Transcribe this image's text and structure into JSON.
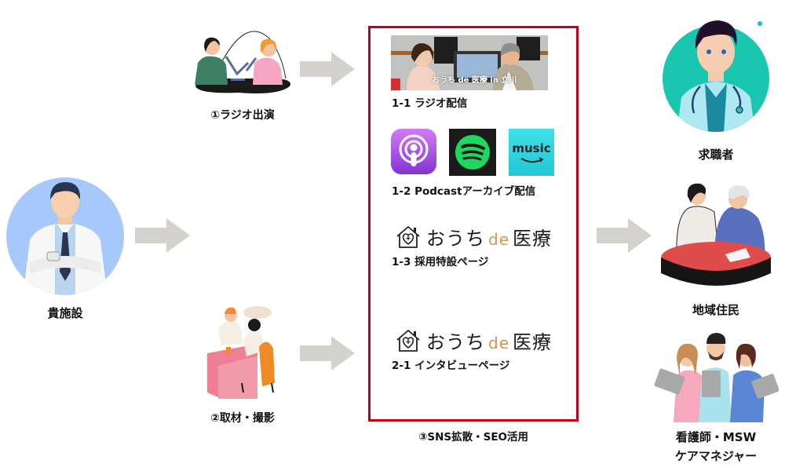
{
  "source": {
    "label": "貴施設",
    "illustration": "doctor-arms-crossed",
    "circle_color": "#a7c8fa"
  },
  "steps": [
    {
      "label": "①ラジオ出演",
      "illustration": "radio-podcast-hosts"
    },
    {
      "label": "②取材・撮影",
      "illustration": "interview-at-desk"
    }
  ],
  "channels_box": {
    "border_color": "#c4001a",
    "caption": "③SNS拡散・SEO活用",
    "items": [
      {
        "id": "1-1",
        "label": "1-1 ラジオ配信",
        "visual": "radio-studio-photo",
        "photo_overlay_text": "おうち de 医療 in 立川"
      },
      {
        "id": "1-2",
        "label": "1-2 Podcastアーカイブ配信",
        "visual": "podcast-platform-icons",
        "platforms": [
          {
            "name": "Apple Podcasts",
            "icon": "apple-podcasts-icon",
            "color": "#9b4be0"
          },
          {
            "name": "Spotify",
            "icon": "spotify-icon",
            "color": "#1ed760"
          },
          {
            "name": "Amazon Music",
            "icon": "amazon-music-icon",
            "text": "music",
            "color": "#25d1da"
          }
        ]
      },
      {
        "id": "1-3",
        "label": "1-3 採用特設ページ",
        "visual": "brand-logo"
      },
      {
        "id": "2-1",
        "label": "2-1 インタビューページ",
        "visual": "brand-logo"
      }
    ],
    "brand": {
      "prefix": "おうち",
      "de": "de",
      "suffix": "医療",
      "de_color": "#d8954e",
      "icon": "house-heart-icon"
    }
  },
  "audiences": [
    {
      "label": "求職者",
      "illustration": "doctor-with-stethoscope",
      "circle_color": "#19c6b0"
    },
    {
      "label": "地域住民",
      "illustration": "residents-at-table"
    },
    {
      "label_line1": "看護師・MSW",
      "label_line2": "ケアマネジャー",
      "illustration": "medical-staff-with-clipboards"
    }
  ],
  "arrow_color": "#d4d2cc"
}
